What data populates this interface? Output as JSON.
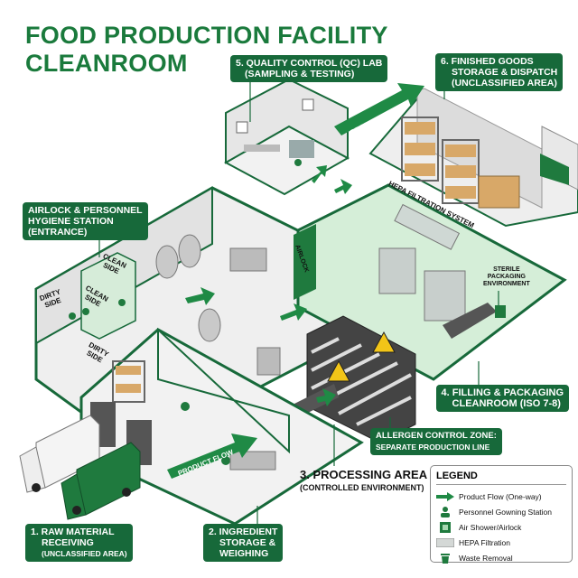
{
  "title": {
    "line1": "FOOD PRODUCTION FACILITY",
    "line2": "CLEANROOM"
  },
  "zones": {
    "qc_lab": {
      "title": "5. QUALITY CONTROL (QC) LAB",
      "sub": "(SAMPLING & TESTING)"
    },
    "finished_goods": {
      "line1": "6. FINISHED GOODS",
      "line2": "STORAGE & DISPATCH",
      "line3": "(UNCLASSIFIED AREA)"
    },
    "airlock_station": {
      "line1": "AIRLOCK & PERSONNEL",
      "line2": "HYGIENE STATION",
      "line3": "(ENTRANCE)"
    },
    "filling": {
      "line1": "4. FILLING & PACKAGING",
      "line2": "CLEANROOM (ISO 7-8)"
    },
    "allergen": {
      "line1": "ALLERGEN CONTROL ZONE:",
      "line2": "SEPARATE PRODUCTION LINE"
    },
    "processing": {
      "title": "3. PROCESSING AREA",
      "sub": "(CONTROLLED ENVIRONMENT)"
    },
    "raw_material": {
      "line1": "1. RAW MATERIAL",
      "line2": "RECEIVING",
      "line3": "(UNCLASSIFIED AREA)"
    },
    "ingredient": {
      "line1": "2. INGREDIENT",
      "line2": "STORAGE &",
      "line3": "WEIGHING"
    }
  },
  "in_scene_labels": {
    "hepa": "HEPA FILTRATION SYSTEM",
    "airlock": "AIRLOCK",
    "sterile": [
      "STERILE",
      "PACKAGING",
      "ENVIRONMENT"
    ],
    "dirty_side": "DIRTY SIDE",
    "clean_side": "CLEAN SIDE",
    "product_flow": "PRODUCT FLOW"
  },
  "legend": {
    "title": "LEGEND",
    "items": [
      {
        "icon": "arrow-right-icon",
        "label": "Product Flow (One-way)"
      },
      {
        "icon": "person-icon",
        "label": "Personnel Gowning Station"
      },
      {
        "icon": "airlock-icon",
        "label": "Air Shower/Airlock"
      },
      {
        "icon": "hepa-filter-icon",
        "label": "HEPA Filtration"
      },
      {
        "icon": "trash-icon",
        "label": "Waste Removal"
      }
    ]
  },
  "colors": {
    "brand_green": "#17693a",
    "title_green": "#1a7a3c",
    "sterile_zone": "#d5eed8",
    "floor": "#ececec",
    "warning": "#f2c518"
  }
}
